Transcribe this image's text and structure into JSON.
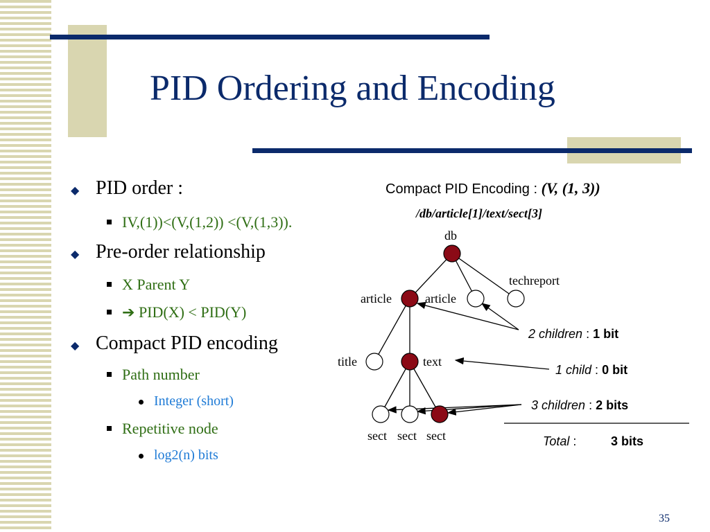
{
  "title": "PID Ordering and Encoding",
  "bullets": [
    {
      "text": "PID order :",
      "subs": [
        {
          "text": "IV,(1))<(V,(1,2)) <(V,(1,3)).",
          "subsubs": []
        }
      ]
    },
    {
      "text": "Pre-order relationship",
      "subs": [
        {
          "text": "X Parent Y",
          "subsubs": []
        },
        {
          "arrow": "➔",
          "text": " PID(X) < PID(Y)",
          "subsubs": []
        }
      ]
    },
    {
      "text": "Compact PID encoding",
      "subs": [
        {
          "text": "Path number",
          "subsubs": [
            "Integer (short)"
          ]
        },
        {
          "text": "Repetitive node",
          "subsubs": [
            "log2(n) bits"
          ]
        }
      ]
    }
  ],
  "diagram": {
    "heading_prefix": "Compact PID Encoding : ",
    "heading_value": "(V, (1, 3))",
    "path": "/db/article[1]/text/sect[3]",
    "labels": {
      "db": "db",
      "techreport": "techreport",
      "article_left": "article",
      "article_right": "article",
      "title": "title",
      "text": "text",
      "sect1": "sect",
      "sect2": "sect",
      "sect3": "sect"
    },
    "notes": {
      "two_children_label": "2 children",
      "two_children_value": "1 bit",
      "one_child_label": "1 child",
      "one_child_value": "0 bit",
      "three_children_label": "3 children",
      "three_children_value": "2 bits",
      "total_label": "Total",
      "total_value": "3 bits",
      "separator": ":"
    },
    "colors": {
      "filled_node": "#8b0a16",
      "accent_navy": "#0b2a6b",
      "deco_tan": "#d9d6b0"
    }
  },
  "page_number": "35"
}
